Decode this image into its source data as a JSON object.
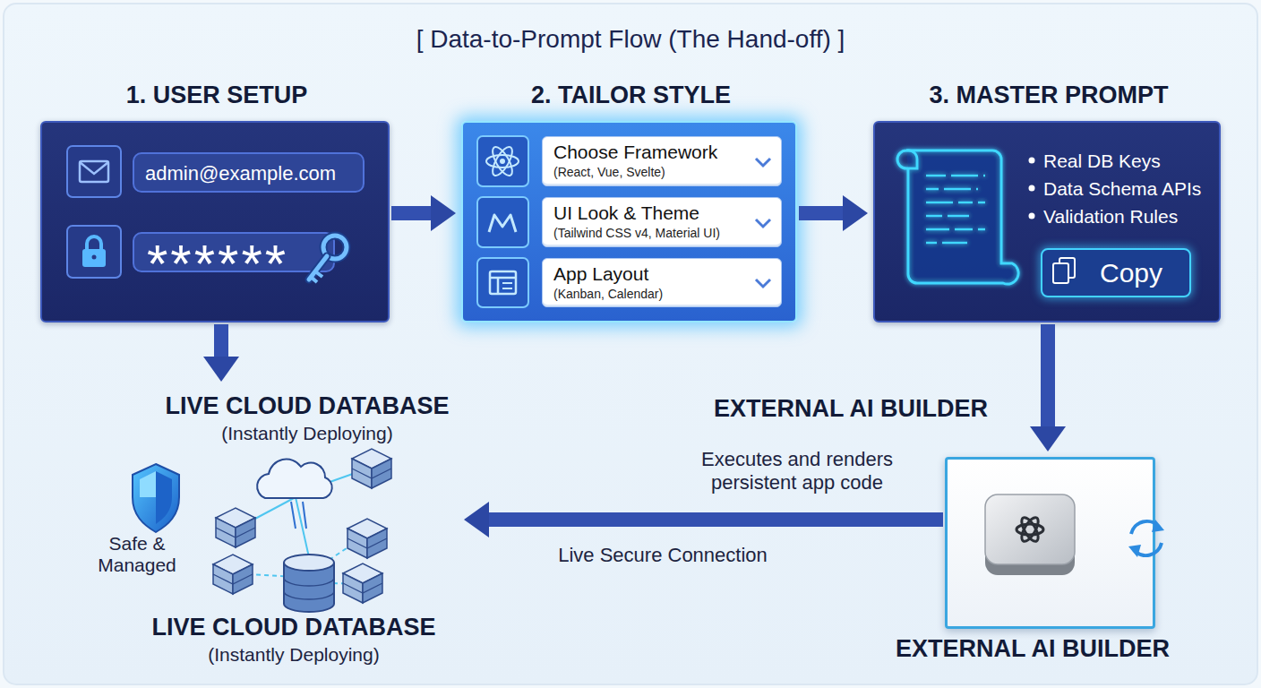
{
  "diagram": {
    "title": "[ Data-to-Prompt Flow (The Hand-off) ]",
    "nodes": [
      {
        "text": [
          "1. USER SETUP"
        ]
      },
      {
        "text": [
          "admin@example.com"
        ],
        "in": 0
      },
      {
        "text": [
          "******"
        ],
        "in": 0
      },
      {
        "text": [
          "2. TAILOR STYLE"
        ]
      },
      {
        "text": [
          "Choose Framework",
          "(React, Vue, Svelte)"
        ],
        "in": 3
      },
      {
        "text": [
          "UI Look & Theme",
          "(Tailwind CSS v4, Material UI)"
        ],
        "in": 3
      },
      {
        "text": [
          "App Layout",
          "(Kanban, Calendar)"
        ],
        "in": 3
      },
      {
        "text": [
          "3. MASTER PROMPT",
          "Real DB Keys",
          "Data Schema APIs",
          "Validation Rules"
        ]
      },
      {
        "text": [
          "Copy"
        ],
        "in": 7
      },
      {
        "text": [
          "LIVE CLOUD DATABASE",
          "(Instantly Deploying)",
          "Safe & Managed",
          "LIVE CLOUD DATABASE",
          "(Instantly Deploying)"
        ]
      },
      {
        "text": [
          "EXTERNAL AI BUILDER",
          "EXTERNAL AI BUILDER"
        ]
      }
    ],
    "edges": [
      {
        "from": 0,
        "to": 3,
        "arrow": "to"
      },
      {
        "from": 3,
        "to": 7,
        "arrow": "to"
      },
      {
        "from": 0,
        "to": 9,
        "arrow": "to"
      },
      {
        "from": 7,
        "to": 10,
        "arrow": "to"
      },
      {
        "from": 10,
        "to": 9,
        "label": "Live Secure Connection",
        "arrow": "to"
      }
    ],
    "labels": [
      "Executes and renders persistent app code"
    ]
  }
}
